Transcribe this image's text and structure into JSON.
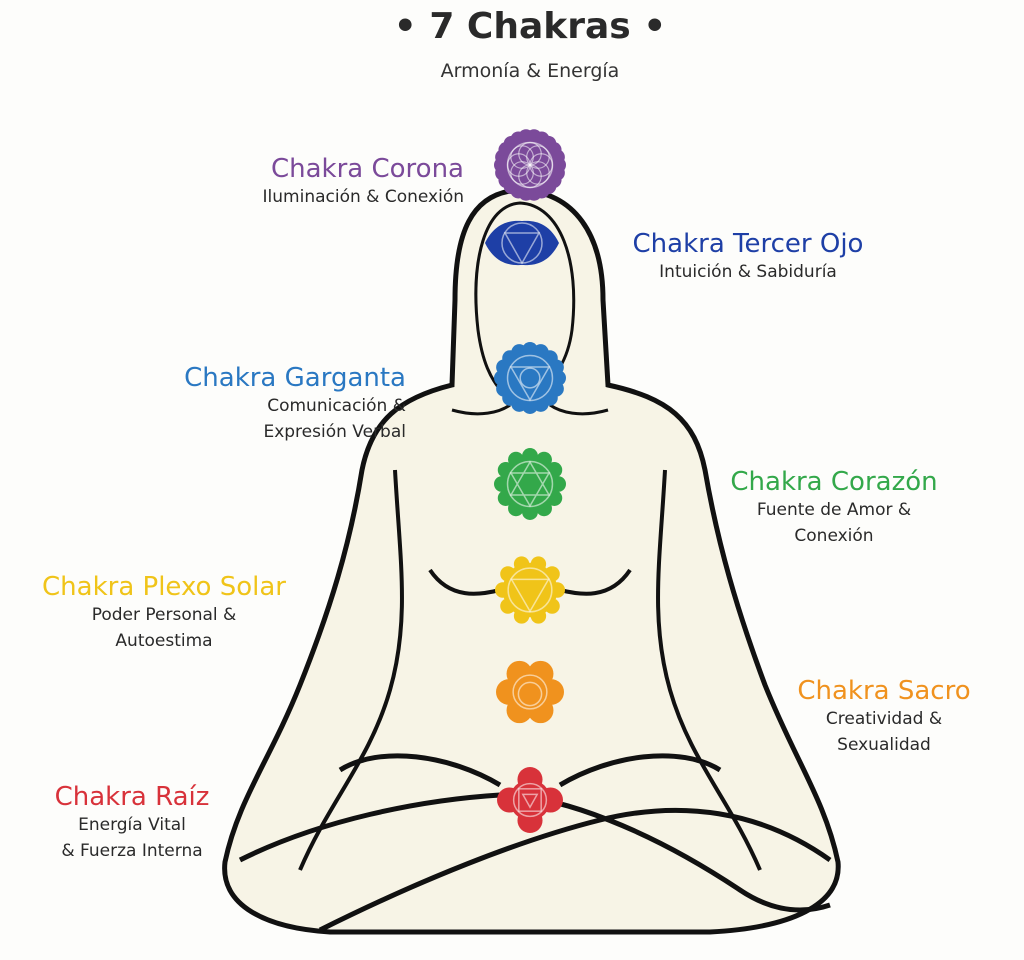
{
  "header": {
    "title": "• 7 Chakras •",
    "subtitle": "Armonía & Energía"
  },
  "chakras": [
    {
      "name": "Chakra Corona",
      "desc": "Iluminación & Conexión",
      "color": "#7b4a9a",
      "petals": 22
    },
    {
      "name": "Chakra Tercer Ojo",
      "desc": "Intuición & Sabiduría",
      "color": "#1e3fa6",
      "petals": 0
    },
    {
      "name": "Chakra Garganta",
      "desc": "Comunicación &\nExpresión Verbal",
      "color": "#2a78c2",
      "petals": 16
    },
    {
      "name": "Chakra Corazón",
      "desc": "Fuente de Amor &\nConexión",
      "color": "#33a84a",
      "petals": 12
    },
    {
      "name": "Chakra Plexo Solar",
      "desc": "Poder Personal &\nAutoestima",
      "color": "#f0c419",
      "petals": 10
    },
    {
      "name": "Chakra Sacro",
      "desc": "Creatividad &\nSexualidad",
      "color": "#f0921e",
      "petals": 6
    },
    {
      "name": "Chakra Raíz",
      "desc": "Energía Vital\n& Fuerza Interna",
      "color": "#d8323a",
      "petals": 4
    }
  ]
}
